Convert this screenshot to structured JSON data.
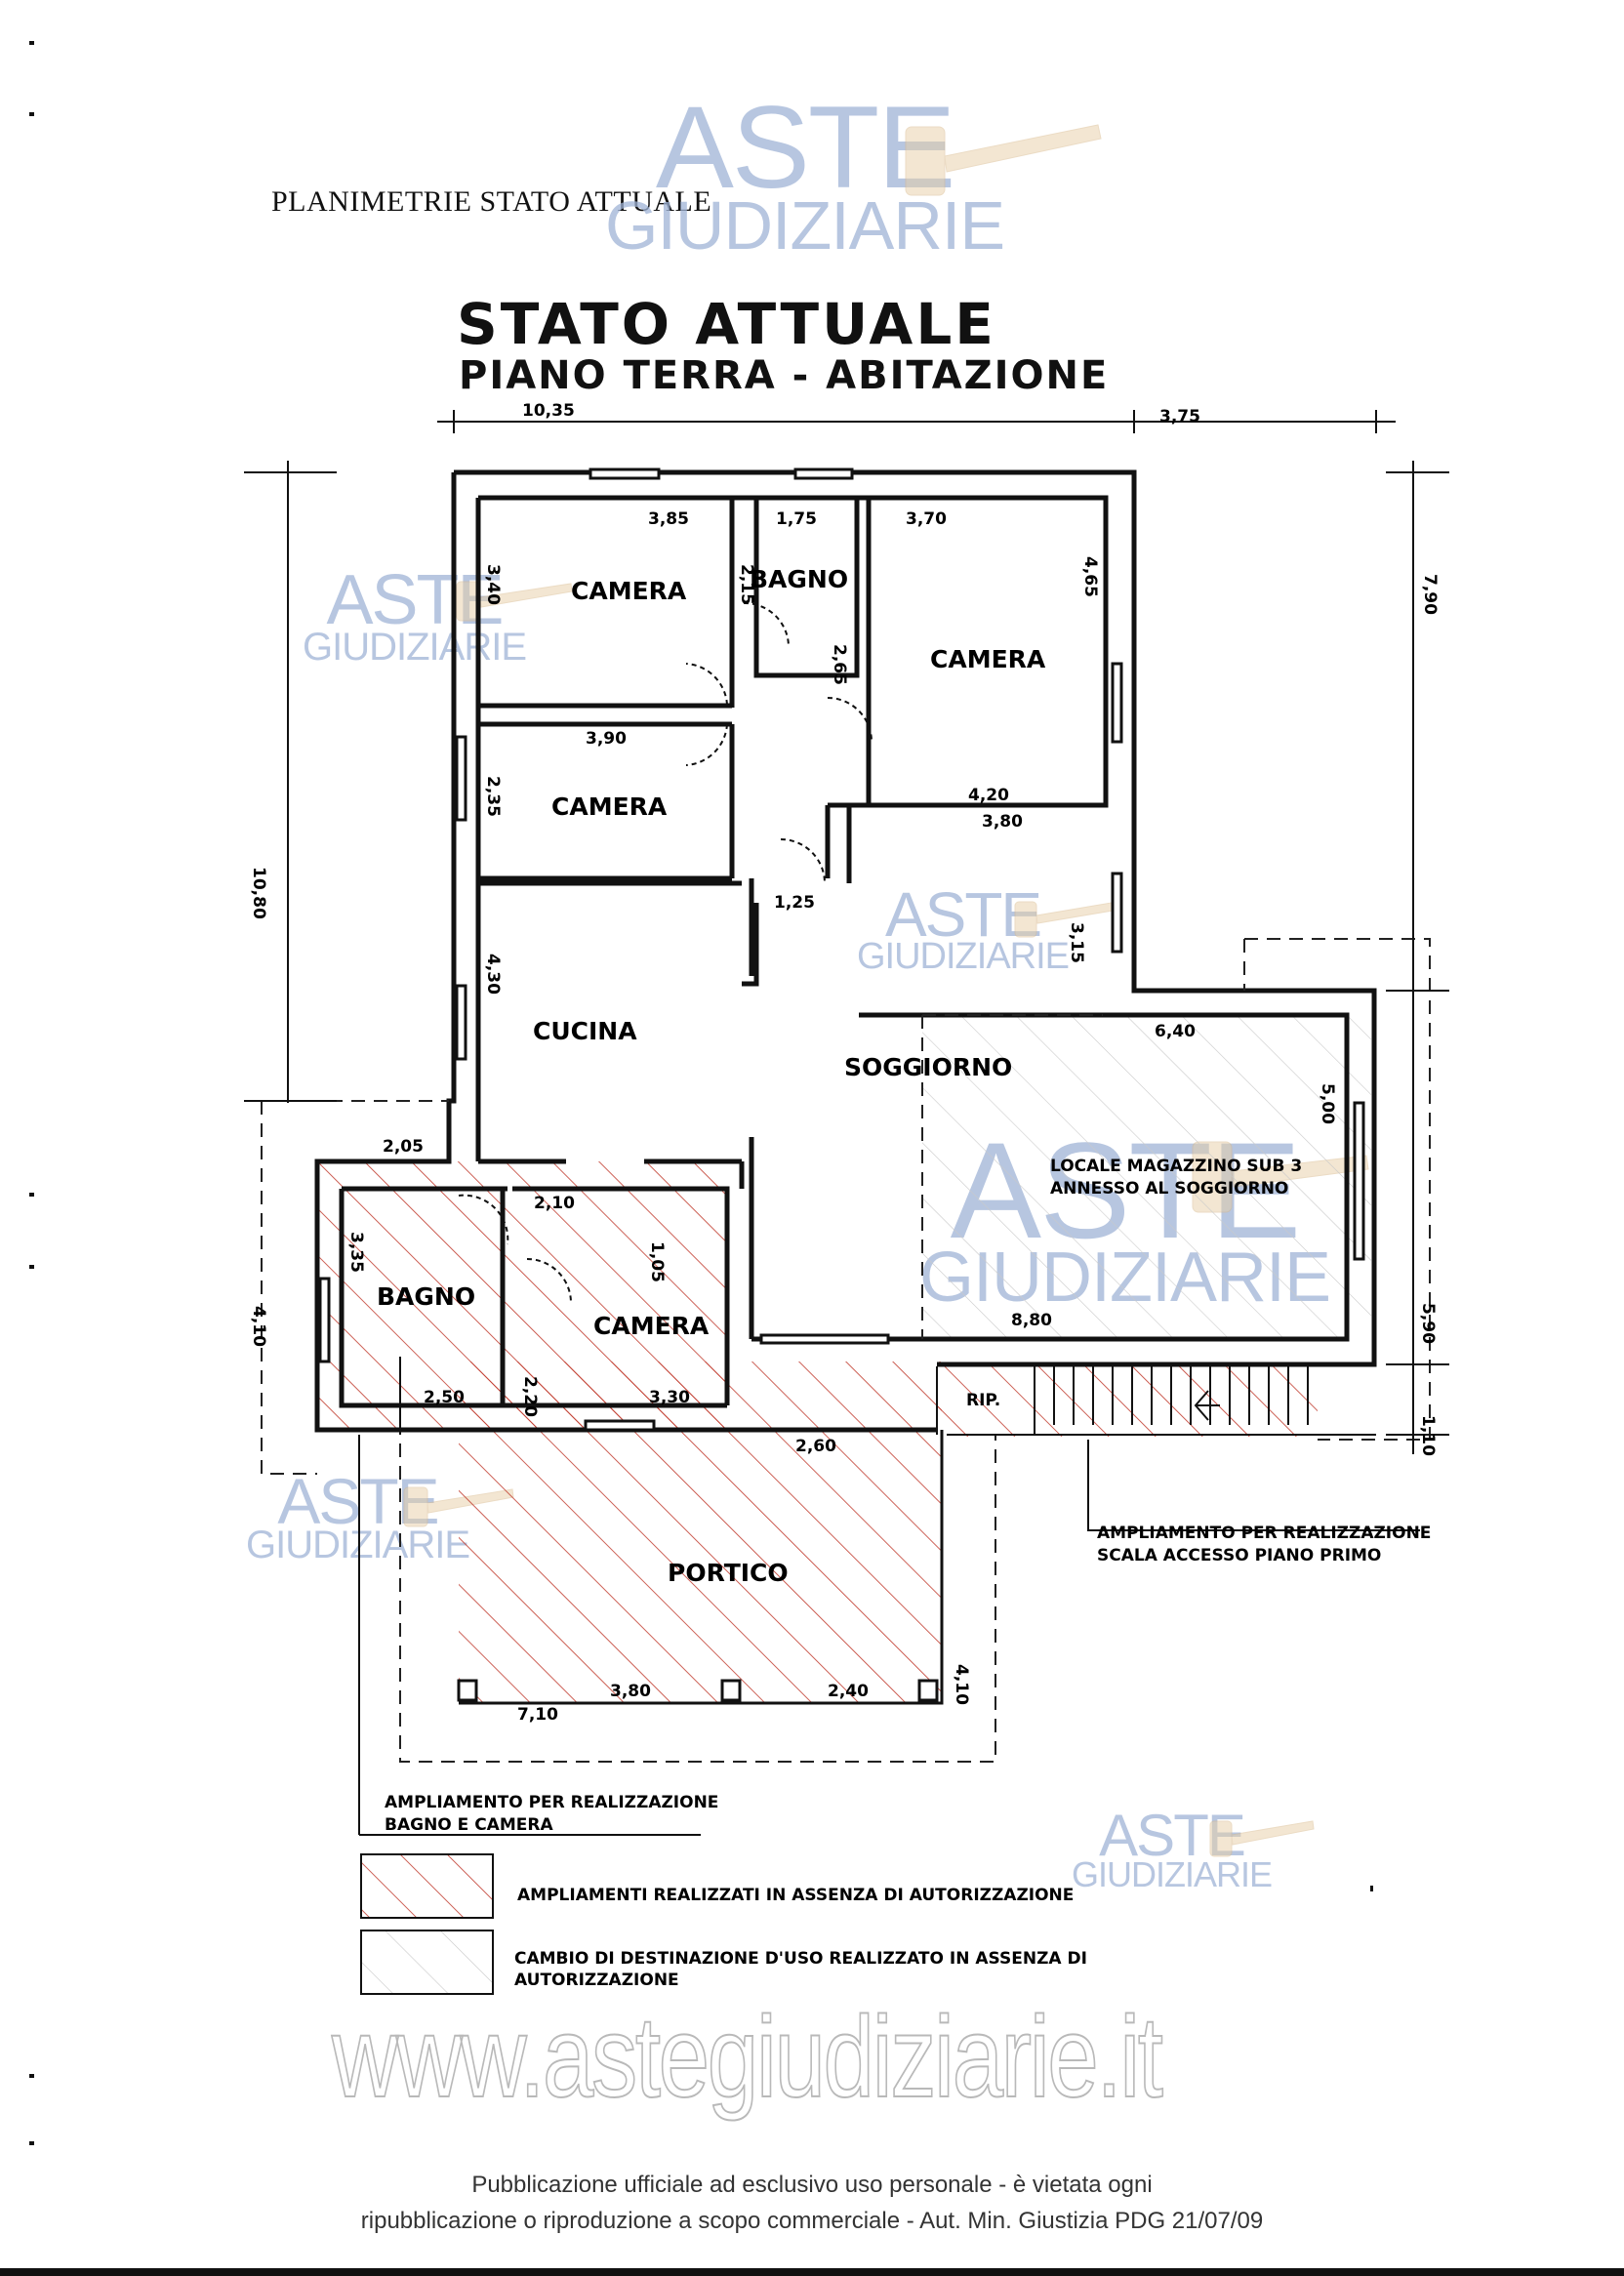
{
  "header": "PLANIMETRIE STATO ATTUALE",
  "title": {
    "main": "STATO  ATTUALE",
    "sub": "PIANO TERRA   -  ABITAZIONE"
  },
  "watermark": {
    "line1": "ASTE",
    "line2": "GIUDIZIARIE",
    "color": "#9fb3d6"
  },
  "site_watermark": "www.astegiudiziarie.it",
  "footer": {
    "line1": "Pubblicazione ufficiale ad esclusivo uso personale - è vietata ogni",
    "line2": "ripubblicazione o riproduzione a scopo commerciale - Aut. Min. Giustizia PDG 21/07/09"
  },
  "rooms": {
    "camera_1": "CAMERA",
    "bagno_1": "BAGNO",
    "camera_2": "CAMERA",
    "camera_3": "CAMERA",
    "cucina": "CUCINA",
    "soggiorno": "SOGGIORNO",
    "bagno_2": "BAGNO",
    "camera_4": "CAMERA",
    "portico": "PORTICO",
    "rip": "RIP.",
    "magazzino_line1": "LOCALE MAGAZZINO SUB 3",
    "magazzino_line2": "ANNESSO AL SOGGIORNO"
  },
  "dimensions": {
    "top_left": "10,35",
    "top_right": "3,75",
    "cam1_w": "3,85",
    "cam1_h": "3,40",
    "bagno1_w": "1,75",
    "bagno1_h1": "2,15",
    "bagno1_h2": "2,65",
    "cam2_w": "3,70",
    "cam2_h": "4,65",
    "cam2_bottom": "4,20",
    "cam3_w": "3,90",
    "cam3_h": "2,35",
    "corridor": "1,25",
    "sogg_w": "3,80",
    "sogg_h": "3,15",
    "cucina_h": "4,30",
    "left_total": "10,80",
    "right_total": "7,90",
    "mag_w": "6,40",
    "mag_h": "5,00",
    "mag_bottom": "8,80",
    "ext_w": "2,05",
    "ext_h": "4,10",
    "bagno2_h": "3,35",
    "bagno2_w": "2,50",
    "cam4_w1": "2,10",
    "cam4_h1": "1,05",
    "cam4_h2": "2,20",
    "cam4_w2": "3,30",
    "portico_top": "2,60",
    "portico_h": "4,10",
    "portico_w1": "7,10",
    "portico_w2": "3,80",
    "portico_w3": "2,40",
    "right_mid": "5,90",
    "right_low": "1,10"
  },
  "annotations": {
    "scala_line1": "AMPLIAMENTO PER REALIZZAZIONE",
    "scala_line2": "SCALA ACCESSO PIANO PRIMO",
    "bagno_line1": "AMPLIAMENTO PER REALIZZAZIONE",
    "bagno_line2": "BAGNO E CAMERA"
  },
  "legend": {
    "item1": "AMPLIAMENTI REALIZZATI IN ASSENZA DI AUTORIZZAZIONE",
    "item2_line1": "CAMBIO DI DESTINAZIONE D'USO REALIZZATO IN ASSENZA DI",
    "item2_line2": "AUTORIZZAZIONE"
  },
  "colors": {
    "wall": "#111111",
    "hatch_red": "#c0392b",
    "hatch_light": "#c9c9c9"
  }
}
